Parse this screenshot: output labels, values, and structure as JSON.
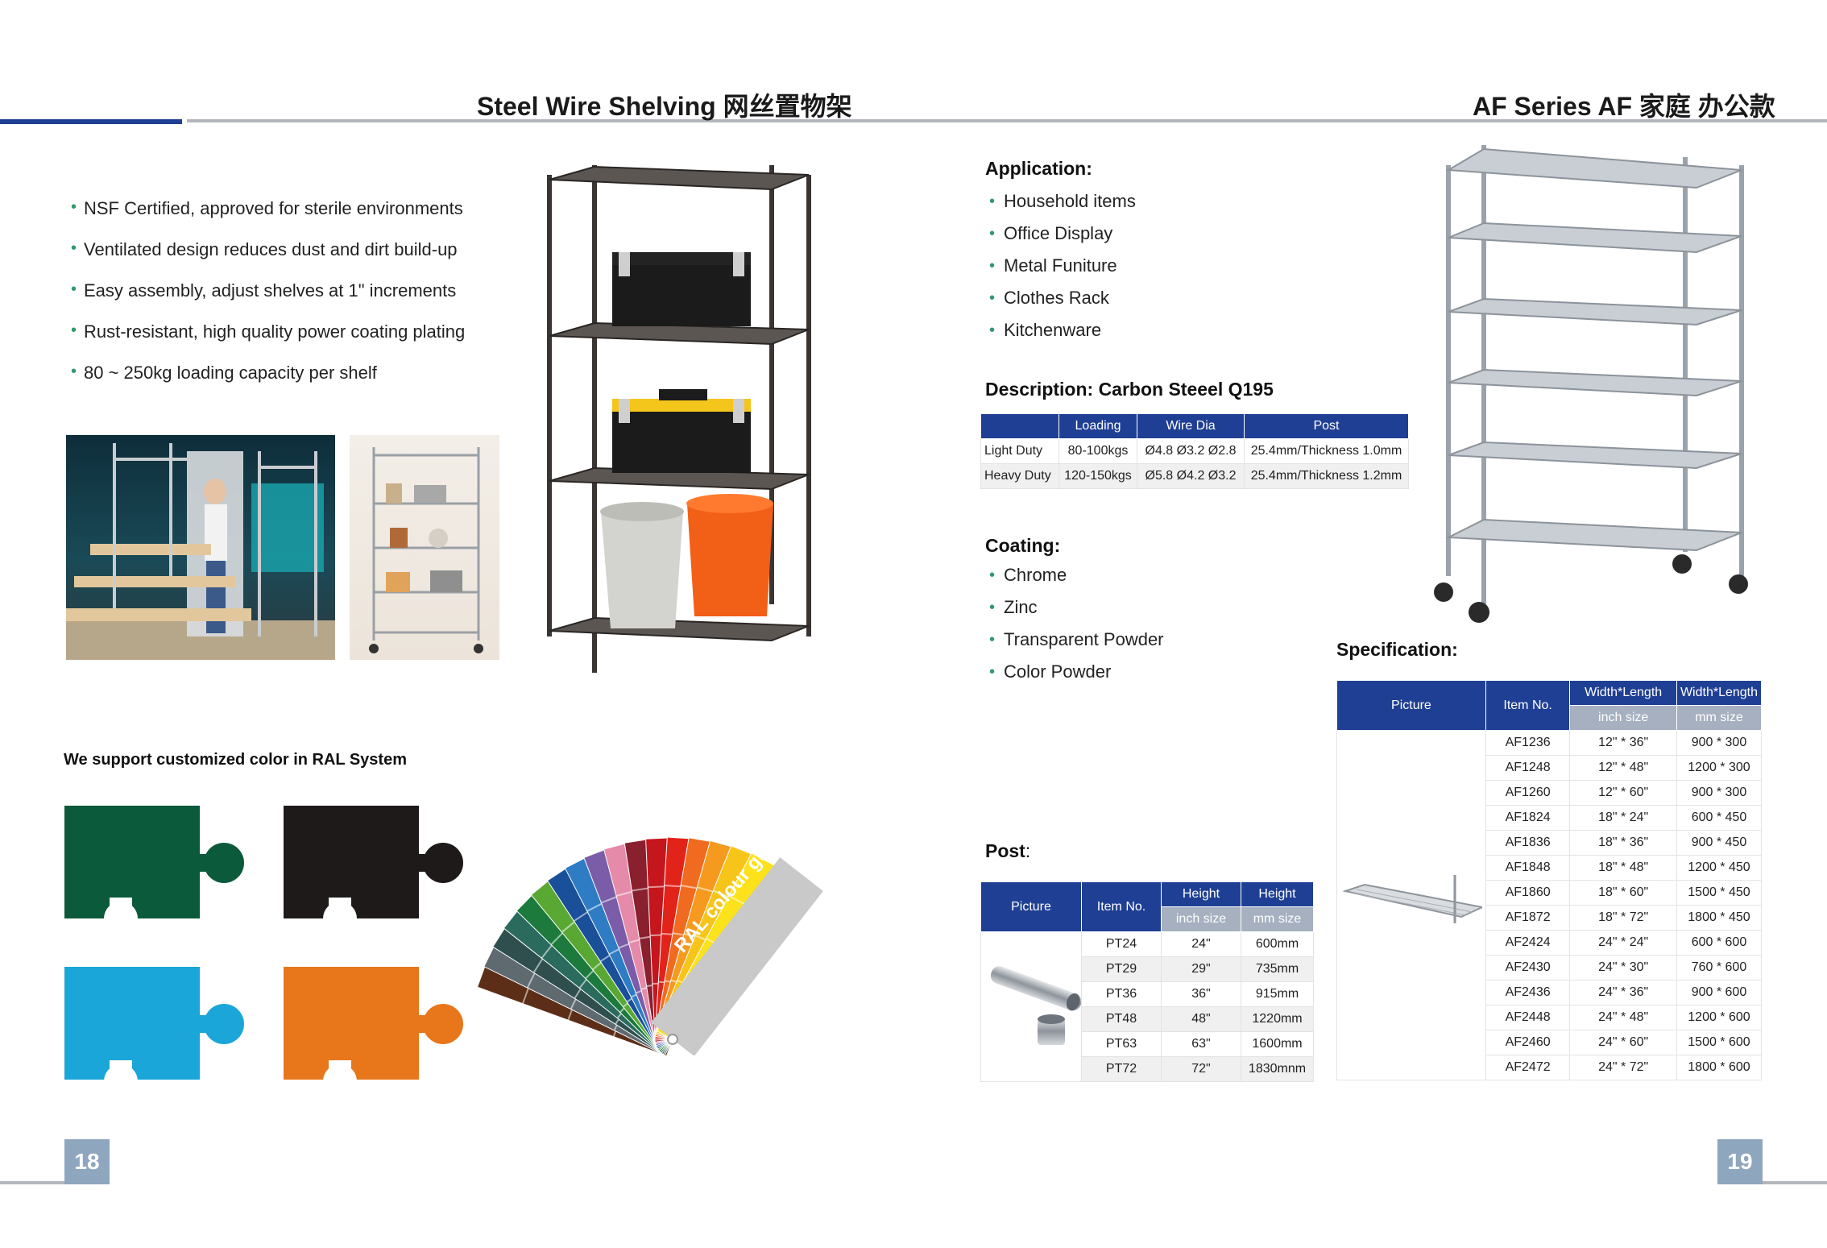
{
  "header": {
    "left_title": "Steel Wire Shelving  网丝置物架",
    "right_title": "AF Series  AF 家庭 办公款"
  },
  "features": [
    "NSF Certified, approved for sterile environments",
    "Ventilated design reduces dust and dirt build-up",
    " Easy assembly, adjust shelves at 1\" increments",
    "Rust-resistant, high quality power coating plating",
    "80 ~ 250kg loading capacity per shelf"
  ],
  "ral": {
    "caption": "We support customized color in RAL System",
    "fan_label": "RAL colour guide",
    "puzzle_colors": [
      "#0b5a3c",
      "#1d1a19",
      "#1aa6d8",
      "#e8771c"
    ],
    "fan_colors": [
      "#5c2e18",
      "#5e6a70",
      "#2f4f4f",
      "#2a6b5e",
      "#1c7a3c",
      "#5aa834",
      "#1a4f99",
      "#2d7cc4",
      "#7a5ca8",
      "#e58aa8",
      "#8a1f2e",
      "#c4161c",
      "#e2231a",
      "#f06b1f",
      "#f59a1f",
      "#f7c51a",
      "#fbe21a"
    ]
  },
  "application": {
    "heading": "Application:",
    "items": [
      "Household items",
      "Office  Display",
      "Metal Funiture",
      "Clothes Rack",
      "Kitchenware"
    ]
  },
  "description": {
    "heading": "Description: Carbon Steeel Q195",
    "columns": [
      "",
      "Loading",
      "Wire Dia",
      "Post"
    ],
    "rows": [
      [
        "Light Duty",
        "80-100kgs",
        "Ø4.8 Ø3.2 Ø2.8",
        "25.4mm/Thickness 1.0mm"
      ],
      [
        "Heavy Duty",
        "120-150kgs",
        "Ø5.8 Ø4.2 Ø3.2",
        "25.4mm/Thickness 1.2mm"
      ]
    ]
  },
  "coating": {
    "heading": "Coating:",
    "items": [
      "Chrome",
      "Zinc",
      "Transparent Powder",
      "Color Powder"
    ]
  },
  "post": {
    "heading": "Post",
    "heading_colon": ":",
    "header_main": [
      "Picture",
      "Item No.",
      "Height",
      "Height"
    ],
    "header_sub": [
      "inch size",
      "mm size"
    ],
    "rows": [
      [
        "PT24",
        "24\"",
        "600mm"
      ],
      [
        "PT29",
        "29\"",
        "735mm"
      ],
      [
        "PT36",
        "36\"",
        "915mm"
      ],
      [
        "PT48",
        "48\"",
        "1220mm"
      ],
      [
        "PT63",
        "63\"",
        "1600mm"
      ],
      [
        "PT72",
        "72\"",
        "1830mnm"
      ]
    ]
  },
  "specification": {
    "heading": "Specification:",
    "header_main": [
      "Picture",
      "Item No.",
      "Width*Length",
      "Width*Length"
    ],
    "header_sub": [
      "inch size",
      "mm size"
    ],
    "rows": [
      [
        "AF1236",
        "12\" * 36\"",
        "900 * 300"
      ],
      [
        "AF1248",
        "12\" * 48\"",
        "1200 * 300"
      ],
      [
        "AF1260",
        "12\" * 60\"",
        "900 * 300"
      ],
      [
        "AF1824",
        "18\" * 24\"",
        "600 * 450"
      ],
      [
        "AF1836",
        "18\" * 36\"",
        "900 * 450"
      ],
      [
        "AF1848",
        "18\" * 48\"",
        "1200 * 450"
      ],
      [
        "AF1860",
        "18\" * 60\"",
        "1500 * 450"
      ],
      [
        "AF1872",
        "18\" * 72\"",
        "1800 * 450"
      ],
      [
        "AF2424",
        "24\" * 24\"",
        "600 * 600"
      ],
      [
        "AF2430",
        "24\" * 30\"",
        "760 * 600"
      ],
      [
        "AF2436",
        "24\" * 36\"",
        "900 * 600"
      ],
      [
        "AF2448",
        "24\" * 48\"",
        "1200 * 600"
      ],
      [
        "AF2460",
        "24\" * 60\"",
        "1500 * 600"
      ],
      [
        "AF2472",
        "24\" * 72\"",
        "1800 * 600"
      ]
    ]
  },
  "pages": {
    "left": "18",
    "right": "19"
  },
  "colors": {
    "brand_blue": "#1f3f94",
    "accent_green": "#2f9a6b",
    "page_tab": "#8fa6bf"
  }
}
